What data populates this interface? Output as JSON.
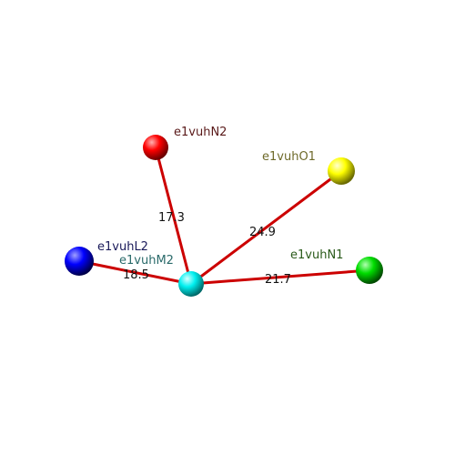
{
  "nodes": [
    {
      "id": "n2",
      "label": "e1vuhN2",
      "color": "#ff0000",
      "label_color": "#5a1a1a"
    },
    {
      "id": "o1",
      "label": "e1vuhO1",
      "color": "#ffff00",
      "label_color": "#6e6a2a"
    },
    {
      "id": "l2",
      "label": "e1vuhL2",
      "color": "#0000ff",
      "label_color": "#1a1a5a"
    },
    {
      "id": "m2",
      "label": "e1vuhM2",
      "color": "#00ffff",
      "label_color": "#2a6a6a"
    },
    {
      "id": "n1",
      "label": "e1vuhN1",
      "color": "#00cc00",
      "label_color": "#2a5a1a"
    }
  ],
  "edges": [
    {
      "from": "m2",
      "to": "n2",
      "label": "17.3"
    },
    {
      "from": "m2",
      "to": "o1",
      "label": "24.9"
    },
    {
      "from": "m2",
      "to": "l2",
      "label": "18.5"
    },
    {
      "from": "m2",
      "to": "n1",
      "label": "21.7"
    }
  ],
  "edge_color": "#cc0000"
}
